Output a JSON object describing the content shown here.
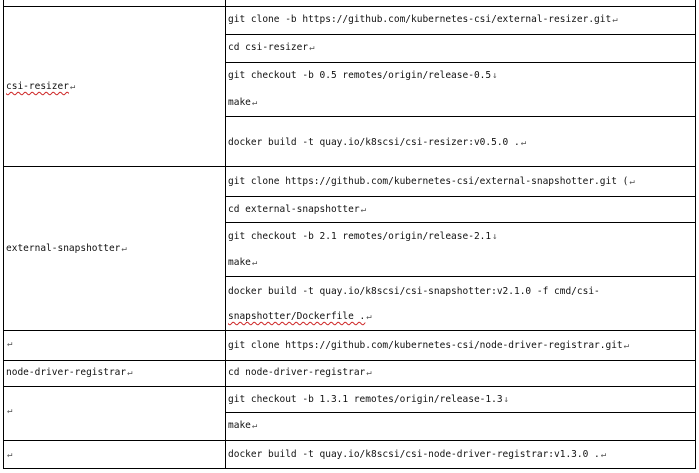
{
  "table": {
    "groups": [
      {
        "label": "csi-resizer",
        "label_mark": "↵",
        "rows": [
          {
            "text": "git clone -b  https://github.com/kubernetes-csi/external-resizer.git",
            "mark": "↵"
          },
          {
            "text": "cd csi-resizer",
            "mark": "↵"
          },
          {
            "text": "git checkout -b 0.5 remotes/origin/release-0.5",
            "mark": "↓"
          },
          {
            "text": "make",
            "mark": "↵"
          },
          {
            "text": "docker build -t quay.io/k8scsi/csi-resizer:v0.5.0 .",
            "mark": "↵"
          }
        ]
      },
      {
        "label": "external-snapshotter",
        "label_mark": "↵",
        "rows": [
          {
            "text": "git clone  https://github.com/kubernetes-csi/external-snapshotter.git (",
            "mark": "↵"
          },
          {
            "text": "cd external-snapshotter",
            "mark": "↵"
          },
          {
            "text": "git checkout -b 2.1  remotes/origin/release-2.1",
            "mark": "↓"
          },
          {
            "text": "make",
            "mark": "↵"
          },
          {
            "text": "docker build -t quay.io/k8scsi/csi-snapshotter:v2.1.0 -f cmd/csi-",
            "mark": ""
          },
          {
            "text": "snapshotter/Dockerfile .",
            "mark": "↵"
          }
        ]
      },
      {
        "rows": [
          {
            "left": "",
            "left_mark": "↵",
            "text": "git clone  https://github.com/kubernetes-csi/node-driver-registrar.git",
            "mark": "↵"
          },
          {
            "left": "node-driver-registrar",
            "left_mark": "↵",
            "text": "cd node-driver-registrar",
            "mark": "↵"
          },
          {
            "left": "",
            "left_mark": "↵",
            "text": "git checkout -b 1.3.1  remotes/origin/release-1.3",
            "mark": "↓"
          },
          {
            "left": "",
            "left_mark": "",
            "text": "make",
            "mark": "↵"
          },
          {
            "left": "",
            "left_mark": "↵",
            "text": "docker build -t quay.io/k8scsi/csi-node-driver-registrar:v1.3.0 .",
            "mark": "↵"
          }
        ]
      }
    ]
  }
}
